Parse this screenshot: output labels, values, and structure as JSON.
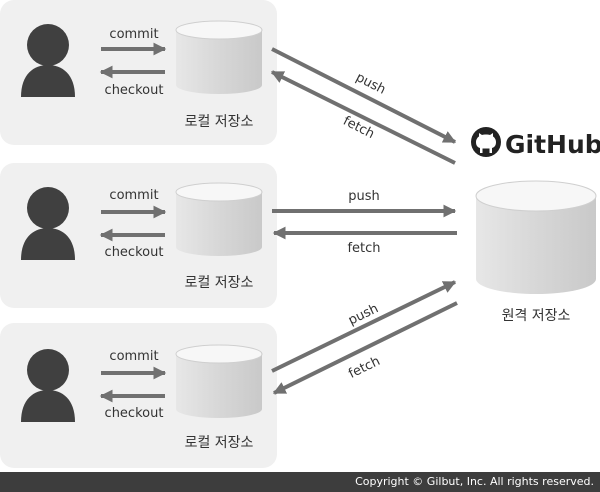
{
  "labels": {
    "commit": "commit",
    "checkout": "checkout",
    "push": "push",
    "fetch": "fetch",
    "local_repo": "로컬 저장소",
    "remote_repo": "원격 저장소"
  },
  "brand": {
    "name": "GitHub",
    "logo_icon": "github-octocat-icon"
  },
  "footer": {
    "copyright": "Copyright © Gilbut, Inc. All rights reserved."
  },
  "colors": {
    "panel": "#f0f0f0",
    "user": "#404040",
    "arrow": "#707070",
    "footer": "#3d3d3d"
  }
}
